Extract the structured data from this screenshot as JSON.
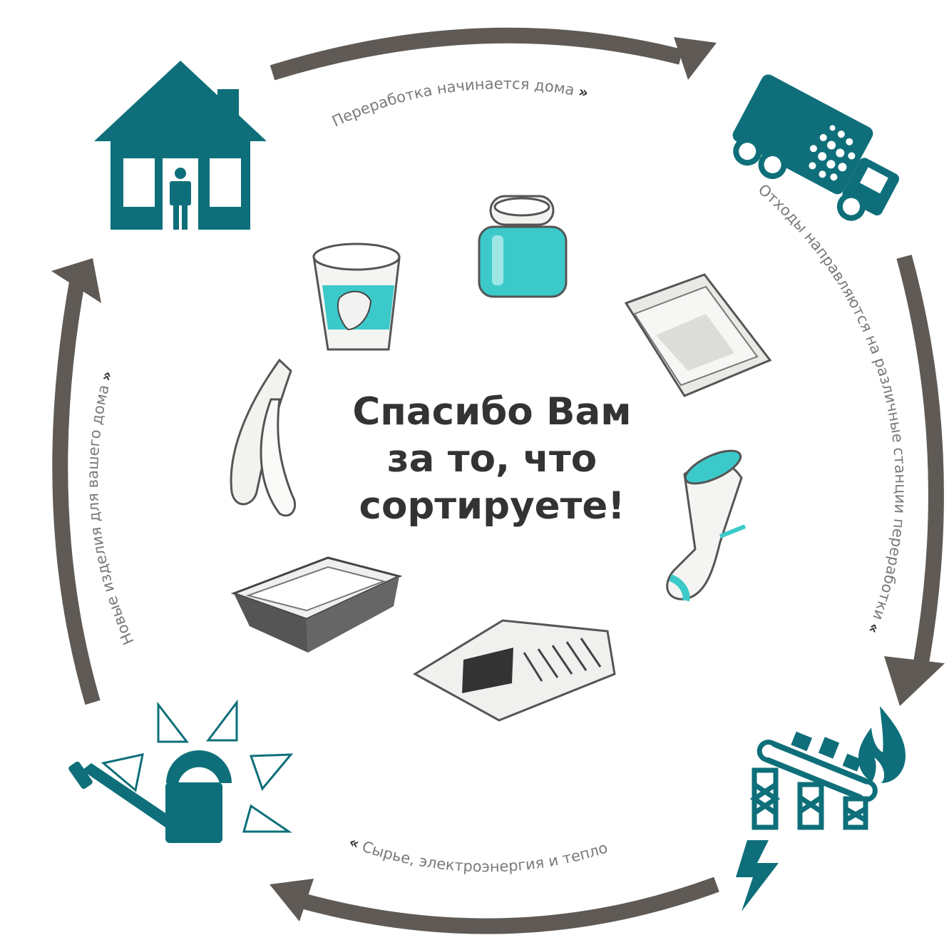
{
  "center_message": {
    "line1": "Спасибо Вам",
    "line2": "за то, что",
    "line3": "сортируете!"
  },
  "cycle_labels": {
    "top": "Переработка начинается дома",
    "right": "Отходы направляются на различные станции переработки",
    "bottom": "Сырье, электроэнергия и тепло",
    "left": "Новые изделия для вашего дома"
  },
  "quote_marks": {
    "close": "»",
    "open": "«"
  },
  "colors": {
    "teal": "#0e6f7a",
    "arrow": "#5f5a55",
    "text": "#333333",
    "label": "#7a7a7a",
    "aqua": "#3cc9c9"
  }
}
